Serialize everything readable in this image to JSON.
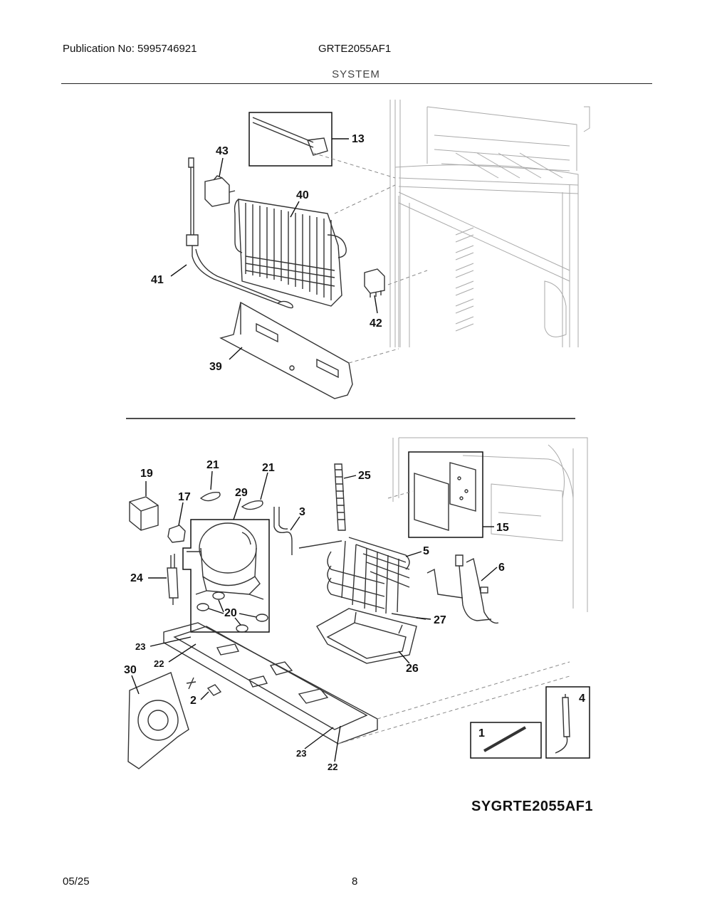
{
  "header": {
    "publication": "Publication No: 5995746921",
    "model": "GRTE2055AF1",
    "section": "SYSTEM"
  },
  "callouts": {
    "c13": "13",
    "c43": "43",
    "c40": "40",
    "c41": "41",
    "c42": "42",
    "c39": "39",
    "c19": "19",
    "c21a": "21",
    "c21b": "21",
    "c29": "29",
    "c3": "3",
    "c25": "25",
    "c17": "17",
    "c24": "24",
    "c20": "20",
    "c5": "5",
    "c15": "15",
    "c6": "6",
    "c27": "27",
    "c23a": "23",
    "c22a": "22",
    "c30": "30",
    "c26": "26",
    "c2": "2",
    "c23b": "23",
    "c22b": "22",
    "c1": "1",
    "c4": "4"
  },
  "footer": {
    "diagram_code": "SYGRTE2055AF1",
    "date": "05/25",
    "page": "8"
  }
}
